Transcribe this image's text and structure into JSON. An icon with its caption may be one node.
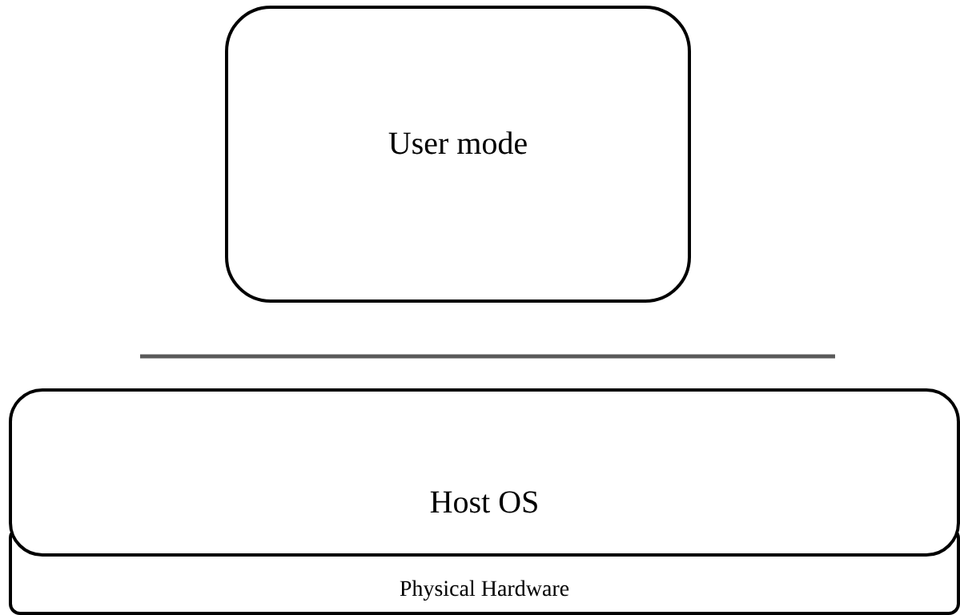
{
  "diagram": {
    "nodes": [
      {
        "text": [
          "User mode"
        ]
      },
      {
        "text": [
          "Host OS"
        ]
      },
      {
        "text": [
          "Physical Hardware"
        ]
      }
    ]
  }
}
